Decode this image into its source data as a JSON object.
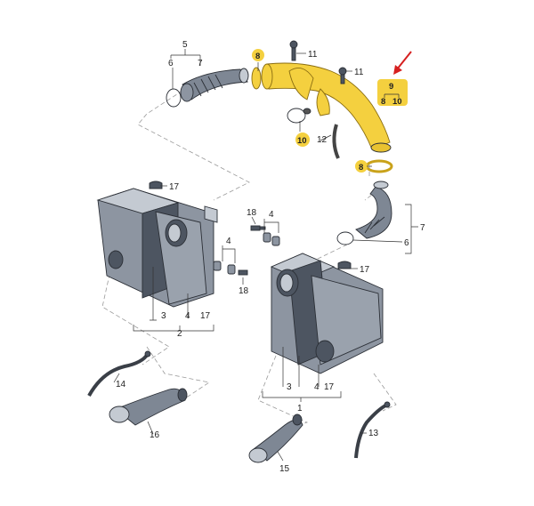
{
  "colors": {
    "highlight_yellow": "#f4d03f",
    "arrow_red": "#d62020",
    "part_dark": "#4d5561",
    "part_light": "#c4cad2"
  },
  "labels": {
    "l5": "5",
    "l6a": "6",
    "l7a": "7",
    "l8a": "8",
    "l8b": "8",
    "l8c": "8",
    "l9": "9",
    "l10a": "10",
    "l10b": "10",
    "l11a": "11",
    "l11b": "11",
    "l12": "12",
    "l17a": "17",
    "l18a": "18",
    "l4a": "4",
    "l7b": "7",
    "l6b": "6",
    "l17b": "17",
    "l4b": "4",
    "l18b": "18",
    "l3a": "3",
    "l4c": "4",
    "l17c": "17",
    "l2": "2",
    "l3b": "3",
    "l4d": "4",
    "l17d": "17",
    "l1": "1",
    "l14": "14",
    "l16": "16",
    "l13": "13",
    "l15": "15"
  }
}
